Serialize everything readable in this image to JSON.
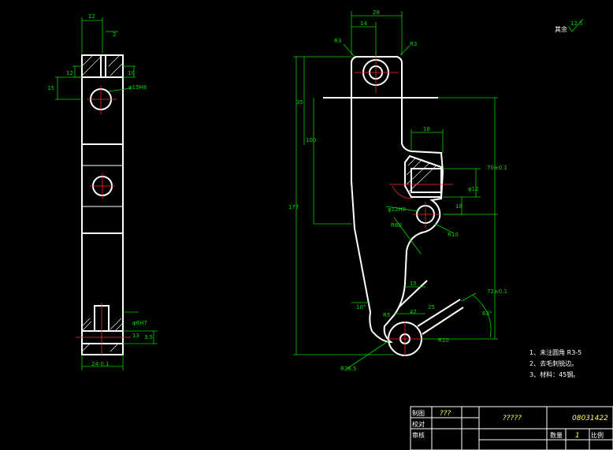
{
  "roughness_note": {
    "label": "其余",
    "value": "12.5"
  },
  "side_view": {
    "dims": {
      "width_top": "12",
      "slot": "2",
      "d1": "10",
      "d2": "12",
      "d3": "15",
      "hole": "φ15H8",
      "pin": "φ6H7",
      "d4": "3.5",
      "d5": "13",
      "width_bottom": "24-0.1"
    }
  },
  "front_view": {
    "dims": {
      "top_width": "28",
      "top_half": "14",
      "r_left": "R3",
      "r_right": "R3",
      "h35": "35",
      "h100": "100",
      "h177": "177",
      "w18": "18",
      "tol_upper": "70±0.1",
      "tol_lower": "72±0.1",
      "d12": "φ12",
      "d18": "18",
      "hole_mid": "φ12H8",
      "r60": "R60",
      "r10": "R10",
      "w15": "15",
      "angle10": "10°",
      "r5": "R5",
      "d42": "42",
      "d25": "25",
      "r10b": "R10",
      "angle63": "63°",
      "r26": "R26.5"
    }
  },
  "notes": {
    "items": [
      "1、未注圆角 R3-5",
      "2、去毛刺锐边。",
      "3、材料：45钢。"
    ]
  },
  "title_block": {
    "row1_label": "制图",
    "row1_value": "???",
    "row2_label": "校对",
    "row3_label": "审核",
    "part_name": "?????",
    "drawing_no": "08031422",
    "qty_label": "数量",
    "qty_value": "1",
    "scale_label": "比例"
  }
}
